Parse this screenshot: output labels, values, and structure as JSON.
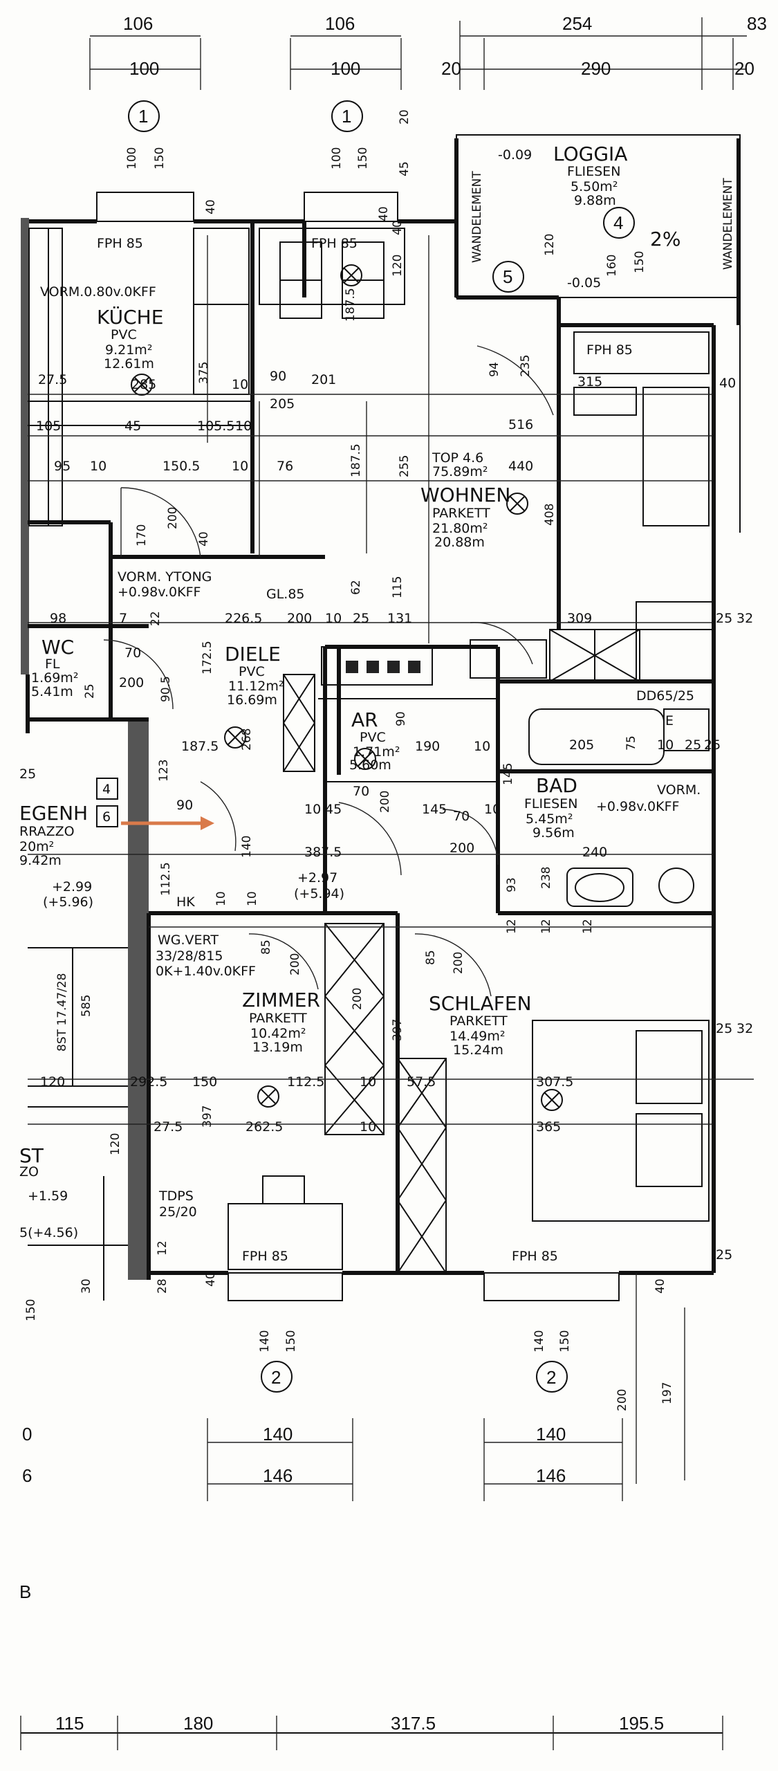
{
  "top_dims": {
    "row1": [
      "106",
      "106",
      "254",
      "83"
    ],
    "row2": [
      "100",
      "100",
      "20",
      "290",
      "20"
    ]
  },
  "bottom_dims": {
    "row1": [
      "140",
      "140"
    ],
    "row2": [
      "146",
      "146"
    ],
    "bottom_row": [
      "115",
      "180",
      "317.5",
      "195.5"
    ],
    "left_row1": "0",
    "left_row2": "6"
  },
  "window_markers": [
    "1",
    "1",
    "2",
    "2",
    "4",
    "5"
  ],
  "rooms": {
    "kueche": {
      "name": "KÜCHE",
      "floor": "PVC",
      "area": "9.21m²",
      "perimeter": "12.61m",
      "note": "VORM.0.80v.0KFF"
    },
    "loggia": {
      "name": "LOGGIA",
      "floor": "FLIESEN",
      "area": "5.50m²",
      "perimeter": "9.88m",
      "level1": "-0.09",
      "level2": "-0.05",
      "slope": "2%"
    },
    "wohnen": {
      "name": "WOHNEN",
      "floor": "PARKETT",
      "area": "21.80m²",
      "perimeter": "20.88m"
    },
    "top": {
      "label": "TOP 4.6",
      "area": "75.89m²"
    },
    "diele": {
      "name": "DIELE",
      "floor": "PVC",
      "area": "11.12m²",
      "perimeter": "16.69m"
    },
    "wc": {
      "name": "WC",
      "floor": "FL",
      "area": "1.69m²",
      "perimeter": "5.41m"
    },
    "ar": {
      "name": "AR",
      "floor": "PVC",
      "area": "1.71m²",
      "perimeter": "5.60m"
    },
    "bad": {
      "name": "BAD",
      "floor": "FLIESEN",
      "area": "5.45m²",
      "perimeter": "9.56m",
      "vorm": "VORM.",
      "vorm_level": "+0.98v.0KFF"
    },
    "zimmer": {
      "name": "ZIMMER",
      "floor": "PARKETT",
      "area": "10.42m²",
      "perimeter": "13.19m"
    },
    "schlafen": {
      "name": "SCHLAFEN",
      "floor": "PARKETT",
      "area": "14.49m²",
      "perimeter": "15.24m"
    },
    "stiegenhaus": {
      "name": "EGENH",
      "floor": "RRAZZO",
      "area": "20m²",
      "perimeter": "9.42m"
    }
  },
  "labels": {
    "fph_top_left": "FPH 85",
    "fph_top_mid": "FPH 85",
    "fph_wohnen": "FPH 85",
    "fph_zimmer": "FPH 85",
    "fph_schlafen": "FPH 85",
    "wandelement_left": "WANDELEMENT",
    "wandelement_right": "WANDELEMENT",
    "vorm_ytong": "VORM. YTONG",
    "vorm_ytong_level": "+0.98v.0KFF",
    "gl85": "GL.85",
    "level_diele": "+2.97",
    "level_diele2": "(+5.94)",
    "level_stairs": "+2.99",
    "level_stairs2": "(+5.96)",
    "level_bottom_left": "+1.59",
    "level_bottom_left2": "5(+4.56)",
    "hk": "HK",
    "wgvert": "WG.VERT",
    "wgvert_dims": "33/28/815",
    "wgvert_level": "0K+1.40v.0KFF",
    "tdps": "TDPS",
    "tdps_dims": "25/20",
    "stairs": "8ST 17.47/28",
    "stairs_num": "585",
    "dd": "DD65/25",
    "e_box": "E",
    "box_4": "4",
    "box_6": "6",
    "letter_b": "B",
    "st": "ST",
    "zo": "ZO",
    "label_25": "25"
  },
  "interior_dims": {
    "d375": "375",
    "d10a": "10",
    "d90": "90",
    "d201": "201",
    "d205": "205",
    "d105": "105",
    "d45": "45",
    "d1055": "105.5",
    "d10b": "10",
    "d95": "95",
    "d10c": "10",
    "d1505": "150.5",
    "d10d": "10",
    "d76": "76",
    "d1875a": "187.5",
    "d255": "255",
    "d516": "516",
    "d440": "440",
    "d408": "408",
    "d315": "315",
    "d40a": "40",
    "d1875b": "187.5",
    "d120a": "120",
    "d40b": "40",
    "d275a": "27.5",
    "d285": "285",
    "d200a": "200",
    "d40c": "40",
    "d170": "170",
    "d2265": "226.5",
    "d200b": "200",
    "d10e": "10",
    "d25": "25",
    "d131": "131",
    "d115": "115",
    "d62": "62",
    "d309": "309",
    "d25b": "25",
    "d32": "32",
    "d98": "98",
    "d7": "7",
    "d22": "22",
    "d70a": "70",
    "d200c": "200",
    "d905": "90.5",
    "d1725": "172.5",
    "d25c": "25",
    "d1875c": "187.5",
    "d268": "268",
    "d123": "123",
    "d90b": "90",
    "d190": "190",
    "d10f": "10",
    "d205b": "205",
    "d75": "75",
    "d10g": "10",
    "d25d": "25",
    "d25e": "25",
    "d145a": "145",
    "d90c": "90",
    "d200d": "200",
    "d140": "140",
    "d3875": "387.5",
    "d10h": "10",
    "d45b": "45",
    "d70b": "70",
    "d200e": "200",
    "d145b": "145",
    "d70c": "70",
    "d10i": "10",
    "d200f": "200",
    "d240": "240",
    "d93": "93",
    "d238": "238",
    "d12a": "12",
    "d12b": "12",
    "d12c": "12",
    "d1125a": "112.5",
    "d10j": "10",
    "d10k": "10",
    "d85": "85",
    "d200g": "200",
    "d85b": "85",
    "d200h": "200",
    "d397a": "397",
    "d575": "57.5",
    "d3075": "307.5",
    "d365": "365",
    "d25f": "25",
    "d32b": "32",
    "d120b": "120",
    "d2925": "292.5",
    "d150a": "150",
    "d1125b": "112.5",
    "d10l": "10",
    "d275b": "27.5",
    "d397b": "397",
    "d2625": "262.5",
    "d10m": "10",
    "d12d": "12",
    "d28": "28",
    "d40d": "40",
    "d25g": "25",
    "d30": "30",
    "d40e": "40",
    "d150b": "150",
    "d150c": "150",
    "d140b": "140",
    "d150d": "150",
    "d140c": "140",
    "d150e": "150",
    "d200i": "200",
    "d197": "197",
    "d100a": "100",
    "d150f": "150",
    "d100b": "100",
    "d150g": "150",
    "d20a": "20",
    "d45c": "45",
    "d120c": "120",
    "d160": "160",
    "d150h": "150",
    "d94": "94",
    "d235": "235",
    "d40f": "40",
    "d40g": "40",
    "d120d": "120"
  }
}
